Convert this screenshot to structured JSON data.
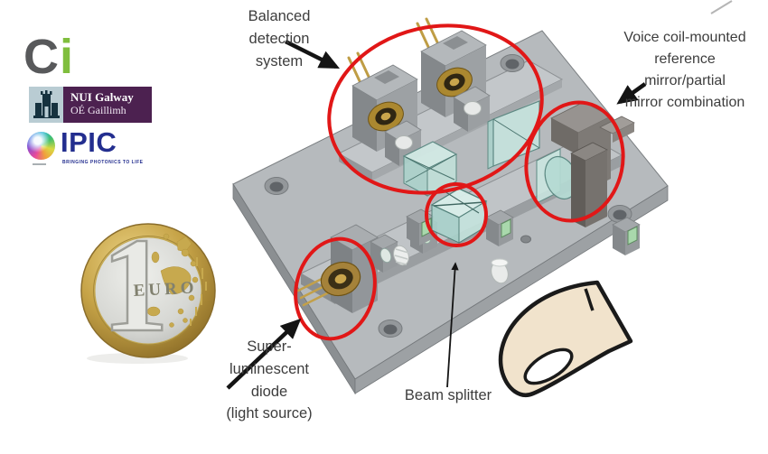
{
  "figure": {
    "description": "Annotated CAD rendering of a miniature optical interferometer bench shown next to a 1 euro coin for scale"
  },
  "logos": {
    "ci": {
      "c": "C",
      "i": "i",
      "c_color": "#58595b",
      "i_color": "#7fbe3d"
    },
    "nui_galway": {
      "line1": "NUI Galway",
      "line2": "OÉ Gaillimh",
      "bg_color": "#4c2150"
    },
    "ipic": {
      "name": "IPIC",
      "tagline": "BRINGING PHOTONICS TO LIFE",
      "color": "#232e8f"
    }
  },
  "coin": {
    "value": "1",
    "currency": "EURO"
  },
  "annotations": {
    "balanced_detection": "Balanced\ndetection\nsystem",
    "voice_coil": "Voice coil-mounted\nreference\nmirror/partial\nmirror combination",
    "sld": "Super-\nluminescent\ndiode\n(light source)",
    "beam_splitter": "Beam splitter"
  },
  "colors": {
    "highlight_red": "#e11717",
    "label_text": "#3d3d3d",
    "plate_gray": "#b6babd",
    "glass_teal": "#a8d2cb",
    "gold": "#bf9d45",
    "skin": "#f1e3cc"
  }
}
